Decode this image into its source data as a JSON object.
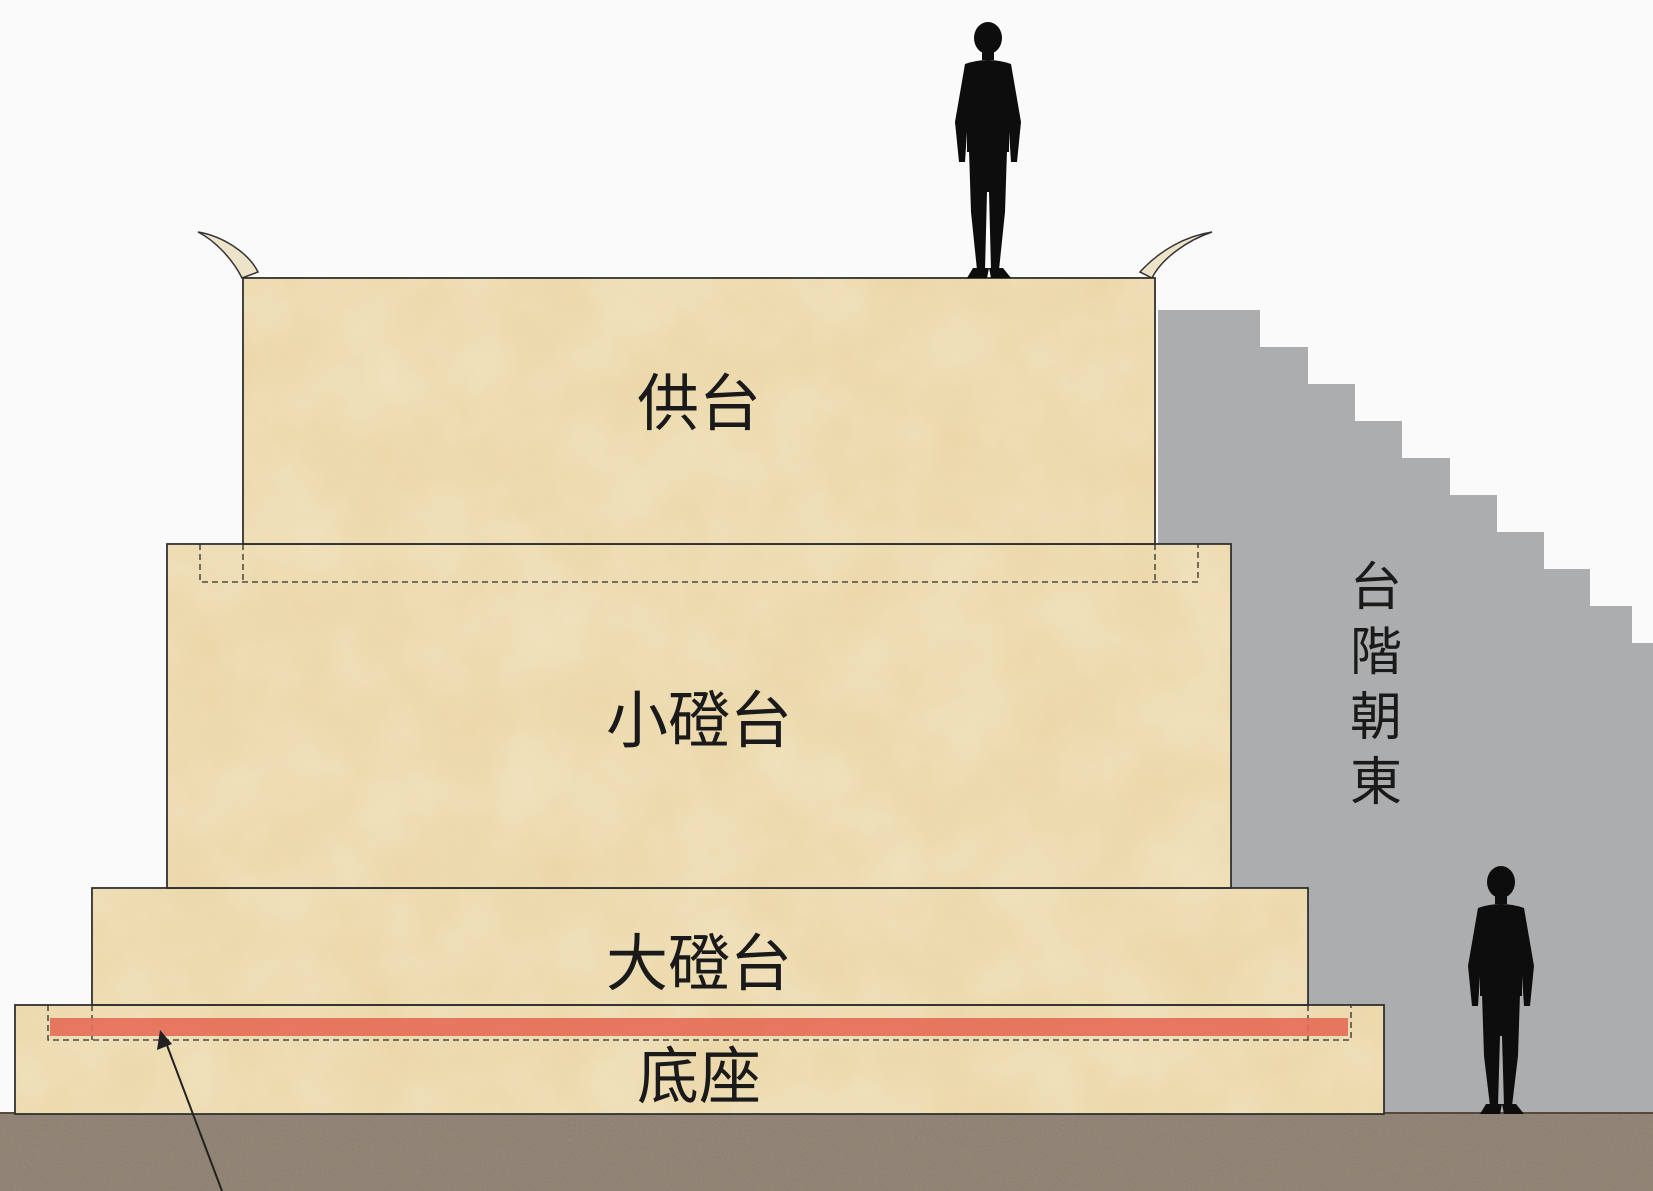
{
  "labels": {
    "offering_platform": "供台",
    "small_terrace": "小磴台",
    "large_terrace": "大磴台",
    "base": "底座",
    "stairs": [
      "台",
      "階",
      "朝",
      "東"
    ]
  },
  "colors": {
    "background": "#fafafa",
    "stone": "#ead5a5",
    "stone_outline": "#333333",
    "stairs": "#acadaf",
    "ground": "#8f8171",
    "red_strip": "#e46b57",
    "silhouette": "#0d0d0d"
  },
  "icons": {
    "person_top": "standing-person-silhouette",
    "person_side": "standing-person-silhouette"
  }
}
